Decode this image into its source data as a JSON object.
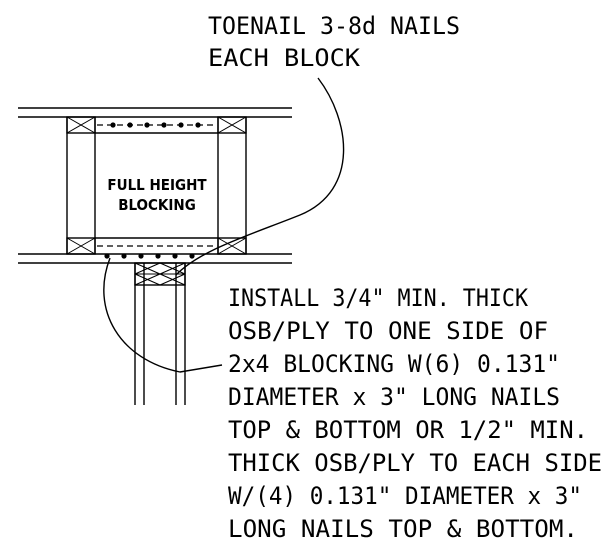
{
  "notes": {
    "toenail": [
      "TOENAIL 3-8d NAILS",
      "EACH BLOCK"
    ],
    "install": [
      "INSTALL 3/4\" MIN. THICK",
      "OSB/PLY TO ONE SIDE OF",
      "2x4 BLOCKING W(6) 0.131\"",
      "DIAMETER x 3\" LONG NAILS",
      "TOP & BOTTOM OR 1/2\" MIN.",
      "THICK OSB/PLY TO EACH SIDE",
      "W/(4) 0.131\" DIAMETER x 3\"",
      "LONG NAILS TOP & BOTTOM."
    ]
  },
  "labels": {
    "blocking": [
      "FULL HEIGHT",
      "BLOCKING"
    ]
  }
}
